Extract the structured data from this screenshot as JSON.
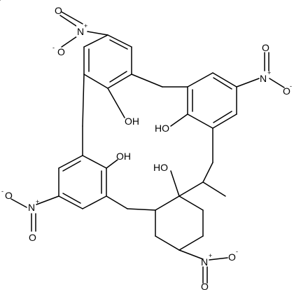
{
  "labels": {
    "nitro_top": {
      "n": "N",
      "n_charge": "+",
      "o_double": "O",
      "o_single": "O",
      "o_charge": "-"
    },
    "nitro_right": {
      "n": "N",
      "n_charge": "+",
      "o_double": "O",
      "o_single": "O",
      "o_charge": "-"
    },
    "nitro_left": {
      "n": "N",
      "n_charge": "+",
      "o_double": "O",
      "o_single": "O",
      "o_charge": "-"
    },
    "nitro_bottom": {
      "n": "N",
      "n_charge": "+",
      "o_double": "O",
      "o_single": "O",
      "o_charge": "-"
    },
    "oh_top": "OH",
    "oh_right": "HO",
    "oh_left": "OH",
    "oh_bottom": "HO"
  }
}
